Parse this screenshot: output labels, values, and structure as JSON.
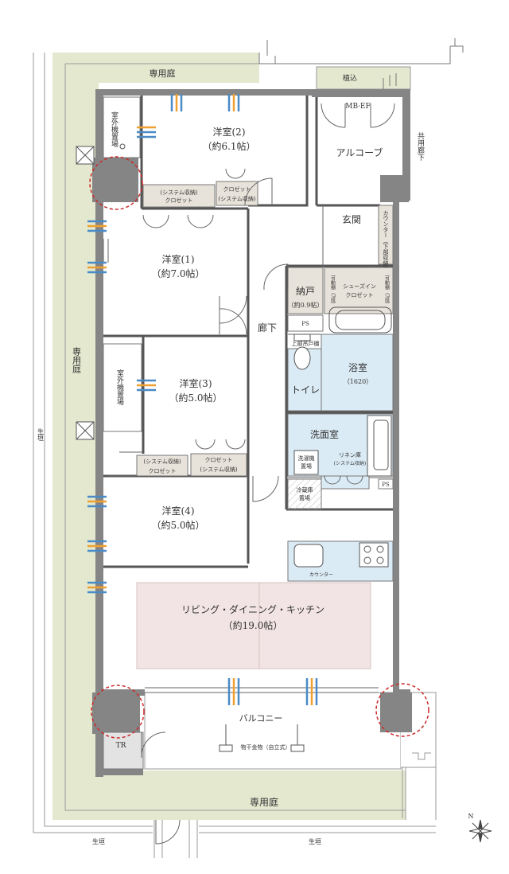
{
  "colors": {
    "garden": "#e3e8cf",
    "wall": "#858585",
    "wet_area": "#dbebf5",
    "storage": "#e8e3da",
    "ldk_highlight": "#f2e4e4",
    "hatch": "#c8c8c8",
    "circle": "#cc2a2a",
    "airflow_blue": "#4a8ac6",
    "airflow_orange": "#f0a030"
  },
  "labels": {
    "garden_top": "専用庭",
    "garden_left": "専用庭",
    "garden_bottom": "専用庭",
    "hedge_left": "生垣",
    "hedge_bottom_left": "生垣",
    "hedge_bottom_right": "生垣",
    "planting": "植込",
    "mb_ef": "MB·EF",
    "shared_corridor": "共用廊下",
    "alcove": "アルコーブ",
    "entrance": "玄関",
    "counter_lower_storage": "カウンター（下部収納）",
    "shoes_in_closet_1": "シューズイン",
    "shoes_in_closet_2": "クロゼット",
    "movable_shelf_left": "可動棚（7段）",
    "movable_shelf_right": "可動棚（7段）",
    "outdoor_unit_top": "室外機置場",
    "outdoor_unit_mid": "室外機置場",
    "room2_name": "洋室(2)",
    "room2_size": "（約6.1帖）",
    "room1_name": "洋室(1)",
    "room1_size": "（約7.0帖）",
    "room3_name": "洋室(3)",
    "room3_size": "（約5.0帖）",
    "room4_name": "洋室(4)",
    "room4_size": "（約5.0帖）",
    "closet_a_1": "(システム収納)",
    "closet_a_2": "クロゼット",
    "closet_b_1": "クロゼット",
    "closet_b_2": "(システム収納)",
    "closet_c_1": "(システム収納)",
    "closet_c_2": "クロゼット",
    "closet_d_1": "クロゼット",
    "closet_d_2": "(システム収納)",
    "storeroom_name": "納戸",
    "storeroom_size": "（約0.9帖）",
    "hallway": "廊下",
    "ps_top": "PS",
    "ps_bottom": "PS",
    "upper_shelf": "上部吊戸棚",
    "toilet": "トイレ",
    "bathroom": "浴室",
    "bath_size": "（1620）",
    "washroom": "洗面室",
    "washer_1": "洗濯機",
    "washer_2": "置場",
    "linen_1": "リネン庫",
    "linen_2": "(システム収納)",
    "fridge_1": "冷蔵庫",
    "fridge_2": "置場",
    "counter": "カウンター",
    "ldk_name": "リビング・ダイニング・キッチン",
    "ldk_size": "（約19.0帖）",
    "balcony": "バルコニー",
    "clothes_hanger": "物干金物（自立式）",
    "tr": "TR",
    "north": "N"
  }
}
